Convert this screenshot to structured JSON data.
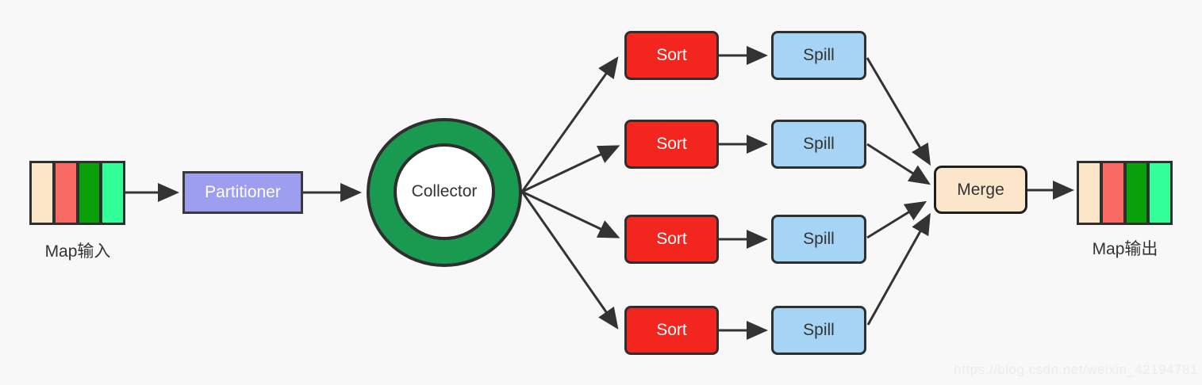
{
  "page": {
    "background": "#f8f8f8"
  },
  "nodes": {
    "map_input": {
      "label": "Map输入",
      "stripes": [
        "#fce6c8",
        "#fa6a64",
        "#0aa00a",
        "#33ff99"
      ]
    },
    "partitioner": {
      "label": "Partitioner",
      "fill": "#9e9ef0"
    },
    "collector": {
      "label": "Collector",
      "ring_fill": "#1a9a50",
      "center_fill": "#ffffff"
    },
    "merge": {
      "label": "Merge",
      "fill": "#fbe5cb"
    },
    "map_output": {
      "label": "Map输出",
      "stripes": [
        "#fce6c8",
        "#fa6a64",
        "#0aa00a",
        "#33ff99"
      ]
    }
  },
  "rows": [
    {
      "sort": "Sort",
      "spill": "Spill"
    },
    {
      "sort": "Sort",
      "spill": "Spill"
    },
    {
      "sort": "Sort",
      "spill": "Spill"
    },
    {
      "sort": "Sort",
      "spill": "Spill"
    }
  ],
  "colors": {
    "sort_fill": "#f3261f",
    "spill_fill": "#a6d4f4",
    "border": "#2f2f2f",
    "arrow": "#333333",
    "text_dark": "#333333",
    "text_light": "#ffffff"
  },
  "watermark": {
    "text": "https://blog.csdn.net/weixin_42194781",
    "color": "#ececec"
  }
}
